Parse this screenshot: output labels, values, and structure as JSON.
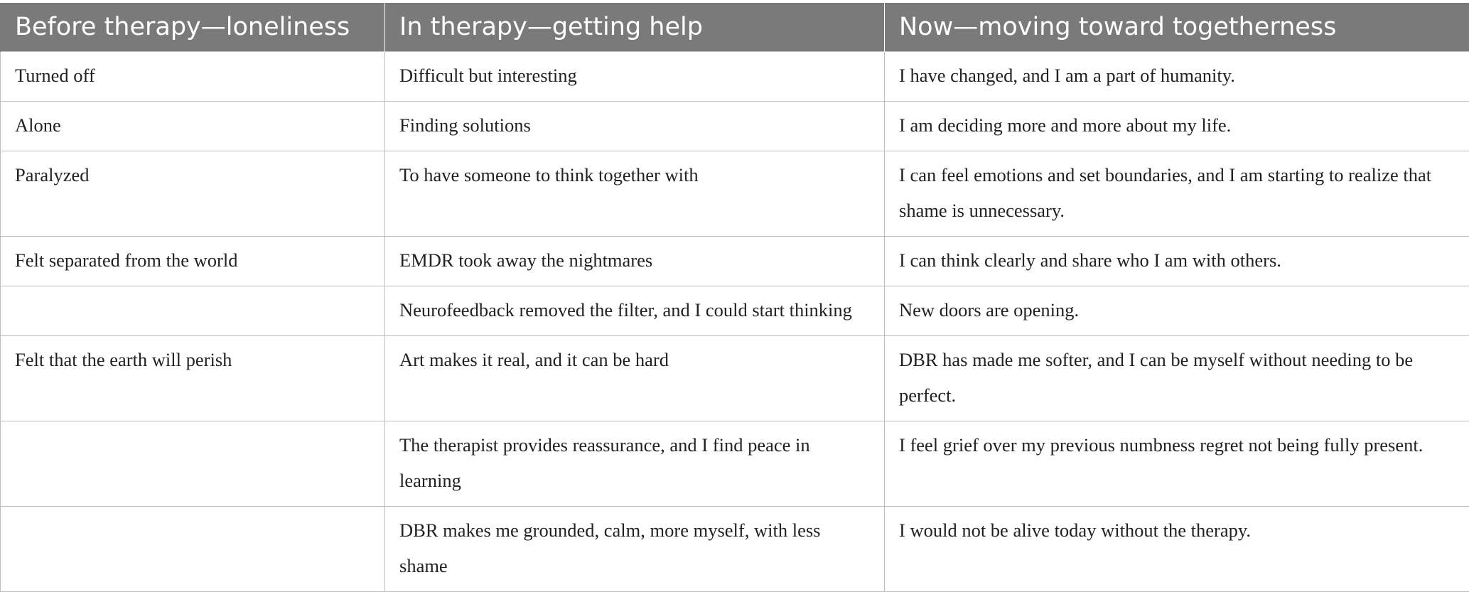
{
  "table": {
    "headers": [
      "Before therapy—loneliness",
      "In therapy—getting help",
      "Now—moving toward togetherness"
    ],
    "rows": [
      [
        "Turned off",
        "Difficult but interesting",
        "I have changed, and I am a part of humanity."
      ],
      [
        "Alone",
        "Finding solutions",
        "I am deciding more and more about my life."
      ],
      [
        "Paralyzed",
        "To have someone to think together with",
        "I can feel emotions and set boundaries, and I am starting to realize that shame is unnecessary."
      ],
      [
        "Felt separated from the world",
        "EMDR took away the nightmares",
        "I can think clearly and share who I am with others."
      ],
      [
        "",
        "Neurofeedback removed the filter, and I could start thinking",
        "New doors are opening."
      ],
      [
        "Felt that the earth will perish",
        "Art makes it real, and it can be hard",
        "DBR has made me softer, and I can be myself without needing to be perfect."
      ],
      [
        "",
        "The therapist provides reassurance, and I find peace in learning",
        "I feel grief over my previous numbness regret not being fully present."
      ],
      [
        "",
        "DBR makes me grounded, calm, more myself, with less shame",
        "I would not be alive today without the therapy."
      ]
    ]
  }
}
